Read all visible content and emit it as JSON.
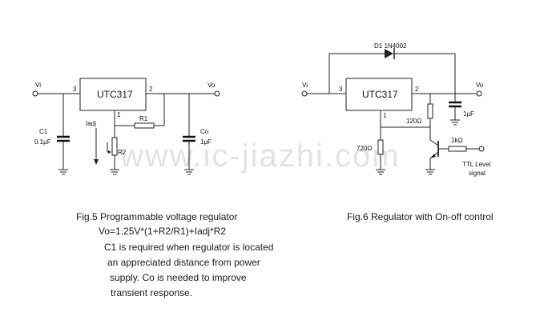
{
  "watermark": "www.ic-jiazhi.com",
  "fig5": {
    "vin": "Vi",
    "vout": "Vo",
    "ic_label": "UTC317",
    "pin_in": "3",
    "pin_out": "2",
    "pin_adj": "1",
    "c1_name": "C1",
    "c1_value": "0.1μF",
    "co_name": "Co",
    "co_value": "1μF",
    "r1": "R1",
    "r2": "R2",
    "iadj": "Iadj",
    "caption": "Fig.5 Programmable voltage regulator",
    "formula": "Vo=1.25V*(1+R2/R1)+Iadj*R2",
    "note_lines": [
      "C1 is required when regulator is located",
      "an appreciated distance from power",
      "supply. Co  is needed to improve",
      "transient response."
    ]
  },
  "fig6": {
    "vin": "Vi",
    "vout": "Vo",
    "ic_label": "UTC317",
    "pin_in": "3",
    "pin_out": "2",
    "pin_adj": "1",
    "diode": "D1 1N4002",
    "cap_value": "1μF",
    "r_120": "120Ω",
    "r_720": "720Ω",
    "r_1k": "1kΩ",
    "ttl_line1": "TTL Level",
    "ttl_line2": "signal",
    "caption": "Fig.6 Regulator with On-off control"
  }
}
